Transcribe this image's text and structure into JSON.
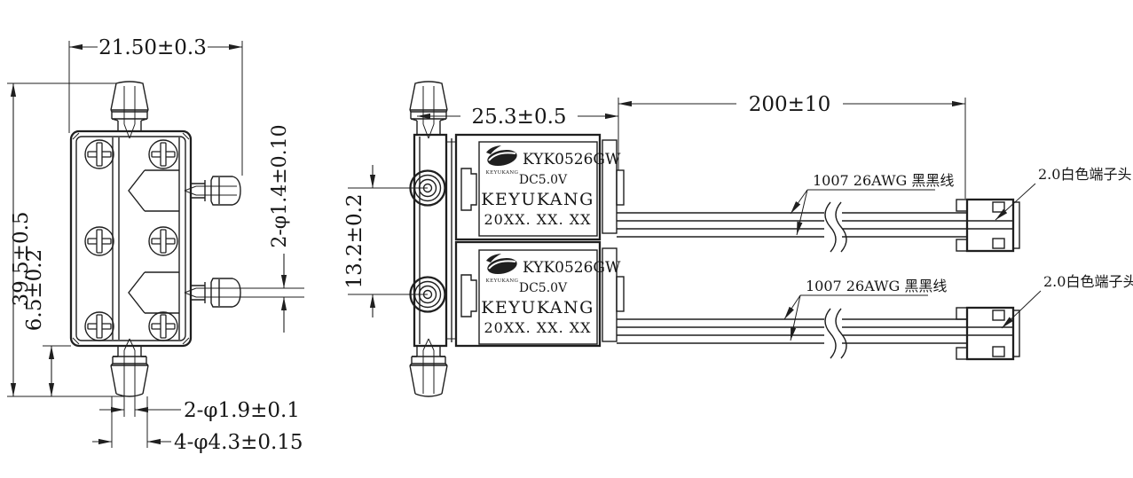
{
  "colors": {
    "line": "#1f1f1f",
    "background": "#ffffff"
  },
  "front_view": {
    "dim_width": "21.50±0.3",
    "dim_height": "39.5±0.5",
    "dim_bottom_port_offset": "6.5±0.2",
    "dim_side_hole_diameter": "2-φ1.4±0.10",
    "dim_bottom_hole_diameter": "2-φ1.9±0.1",
    "dim_barb_outer_diameter": "4-φ4.3±0.15"
  },
  "side_view": {
    "dim_depth": "25.3±0.5",
    "dim_port_spacing": "13.2±0.2",
    "dim_wire_length": "200±10"
  },
  "motor_label": {
    "model": "KYK0526GW",
    "voltage": "DC5.0V",
    "brand": "KEYUKANG",
    "date": "20XX. XX. XX",
    "logo_text": "KEYUKANG"
  },
  "wire_label": "1007 26AWG 黑黑线",
  "connector_label": "2.0白色端子头"
}
